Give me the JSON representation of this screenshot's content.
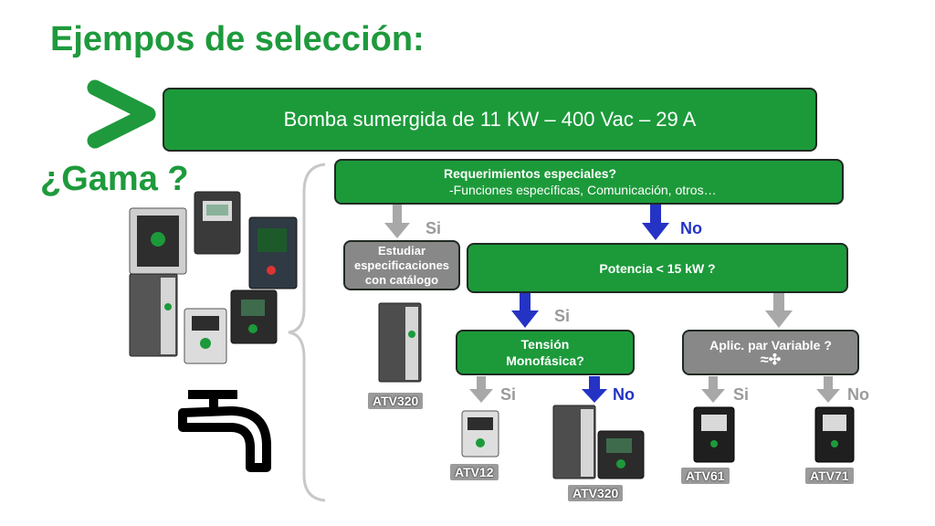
{
  "title": "Ejempos de selección:",
  "gama_question": "¿Gama ?",
  "main_box": "Bomba sumergida de  11 KW – 400 Vac – 29 A",
  "req": {
    "line1": "Requerimientos especiales?",
    "line2": "-Funciones específicas, Comunicación, otros…"
  },
  "estudiar": "Estudiar especificaciones con catálogo",
  "potencia": "Potencia < 15 kW ?",
  "tension": "Tensión Monofásica?",
  "aplic": "Aplic. par Variable ?",
  "labels": {
    "si": "Si",
    "no": "No"
  },
  "products": {
    "p1": "ATV320",
    "p2": "ATV12",
    "p3": "ATV320",
    "p4": "ATV61",
    "p5": "ATV71"
  },
  "colors": {
    "green": "#1c9a3a",
    "grey": "#888888",
    "blue_arrow": "#2433c4",
    "grey_arrow": "#a8a8a8"
  },
  "icons": [
    "chevron-right-icon",
    "faucet-icon",
    "fan-icon",
    "pump-icon",
    "drive-photo"
  ]
}
